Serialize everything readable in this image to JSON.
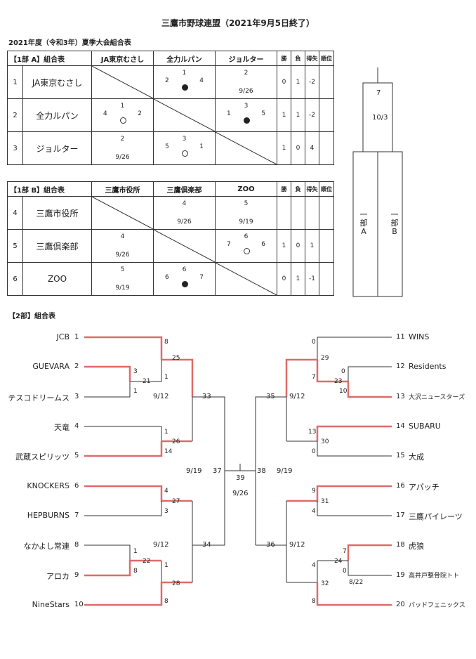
{
  "title": "三鷹市野球連盟（2021年9月5日終了）",
  "subtitle": "2021年度（令和3年）夏季大会組合表",
  "groupA": {
    "label": "【1部 A】組合表",
    "columns": [
      "JA東京むさし",
      "全力ルパン",
      "ジョルター"
    ],
    "stat_headers": [
      "勝",
      "負",
      "得失",
      "順位"
    ],
    "rows": [
      {
        "no": "1",
        "name": "JA東京むさし",
        "cells": [
          null,
          {
            "game": "1",
            "l": "2",
            "r": "4",
            "result": "lose"
          },
          {
            "game": "2",
            "date": "9/26"
          }
        ],
        "win": "0",
        "lose": "1",
        "diff": "-2",
        "rank": ""
      },
      {
        "no": "2",
        "name": "全力ルパン",
        "cells": [
          {
            "game": "1",
            "l": "4",
            "r": "2",
            "result": "win"
          },
          null,
          {
            "game": "3",
            "l": "1",
            "r": "5",
            "result": "lose"
          }
        ],
        "win": "1",
        "lose": "1",
        "diff": "-2",
        "rank": ""
      },
      {
        "no": "3",
        "name": "ジョルター",
        "cells": [
          {
            "game": "2",
            "date": "9/26"
          },
          {
            "game": "3",
            "l": "5",
            "r": "1",
            "result": "win"
          },
          null
        ],
        "win": "1",
        "lose": "0",
        "diff": "4",
        "rank": ""
      }
    ]
  },
  "groupB": {
    "label": "【1部 B】組合表",
    "columns": [
      "三鷹市役所",
      "三鷹倶楽部",
      "ZOO"
    ],
    "stat_headers": [
      "勝",
      "負",
      "得失",
      "順位"
    ],
    "rows": [
      {
        "no": "4",
        "name": "三鷹市役所",
        "cells": [
          null,
          {
            "game": "4",
            "date": "9/26"
          },
          {
            "game": "5",
            "date": "9/19"
          }
        ],
        "win": "",
        "lose": "",
        "diff": "",
        "rank": ""
      },
      {
        "no": "5",
        "name": "三鷹倶楽部",
        "cells": [
          {
            "game": "4",
            "date": "9/26"
          },
          null,
          {
            "game": "6",
            "l": "7",
            "r": "6",
            "result": "win"
          }
        ],
        "win": "1",
        "lose": "0",
        "diff": "1",
        "rank": ""
      },
      {
        "no": "6",
        "name": "ZOO",
        "cells": [
          {
            "game": "5",
            "date": "9/19"
          },
          {
            "game": "6",
            "l": "6",
            "r": "7",
            "result": "lose"
          },
          null
        ],
        "win": "0",
        "lose": "1",
        "diff": "-1",
        "rank": ""
      }
    ]
  },
  "final1": {
    "game": "7",
    "date": "10/3",
    "left": "一部A",
    "right": "一部B"
  },
  "section2_label": "【2部】組合表",
  "left_teams": [
    {
      "no": "1",
      "name": "JCB"
    },
    {
      "no": "2",
      "name": "GUEVARA"
    },
    {
      "no": "3",
      "name": "テスコドリームス"
    },
    {
      "no": "4",
      "name": "天竜"
    },
    {
      "no": "5",
      "name": "武蔵スピリッツ"
    },
    {
      "no": "6",
      "name": "KNOCKERS"
    },
    {
      "no": "7",
      "name": "HEPBURNS"
    },
    {
      "no": "8",
      "name": "なかよし常連"
    },
    {
      "no": "9",
      "name": "アロカ"
    },
    {
      "no": "10",
      "name": "NineStars"
    }
  ],
  "right_teams": [
    {
      "no": "11",
      "name": "WINS"
    },
    {
      "no": "12",
      "name": "Residents"
    },
    {
      "no": "13",
      "name": "大沢ニュースターズ"
    },
    {
      "no": "14",
      "name": "SUBARU"
    },
    {
      "no": "15",
      "name": "大成"
    },
    {
      "no": "16",
      "name": "アパッチ"
    },
    {
      "no": "17",
      "name": "三鷹パイレーツ"
    },
    {
      "no": "18",
      "name": "虎狼"
    },
    {
      "no": "19",
      "name": "高井戸整骨院トト"
    },
    {
      "no": "20",
      "name": "バッドフェニックス"
    }
  ],
  "bracket_labels": {
    "g21": "21",
    "g22": "22",
    "g23": "23",
    "g24": "24",
    "g25": "25",
    "g26": "26",
    "g27": "27",
    "g28": "28",
    "g29": "29",
    "g30": "30",
    "g31": "31",
    "g32": "32",
    "g33": "33",
    "g34": "34",
    "g35": "35",
    "g36": "36",
    "g37": "37",
    "g38": "38",
    "g39": "39"
  },
  "bracket_scores": {
    "s25a": "8",
    "s21a": "3",
    "s21b": "1",
    "s25b": "1",
    "s26a": "1",
    "s26b": "14",
    "s27a": "4",
    "s27b": "3",
    "s22a": "1",
    "s22b": "8",
    "s28a": "1",
    "s28b": "8",
    "s29a": "0",
    "s29b": "7",
    "s23a": "0",
    "s23b": "10",
    "s30a": "13",
    "s30b": "0",
    "s31a": "9",
    "s31b": "4",
    "s24a": "7",
    "s24b": "0",
    "s32a": "4",
    "s32b": "8"
  },
  "bracket_dates": {
    "d33": "9/12",
    "d34": "9/12",
    "d35": "9/12",
    "d36": "9/12",
    "d37": "9/19",
    "d38": "9/19",
    "d39": "9/26",
    "d24": "8/22"
  },
  "colors": {
    "winner_line": "#e06a6a",
    "line": "#333333"
  }
}
